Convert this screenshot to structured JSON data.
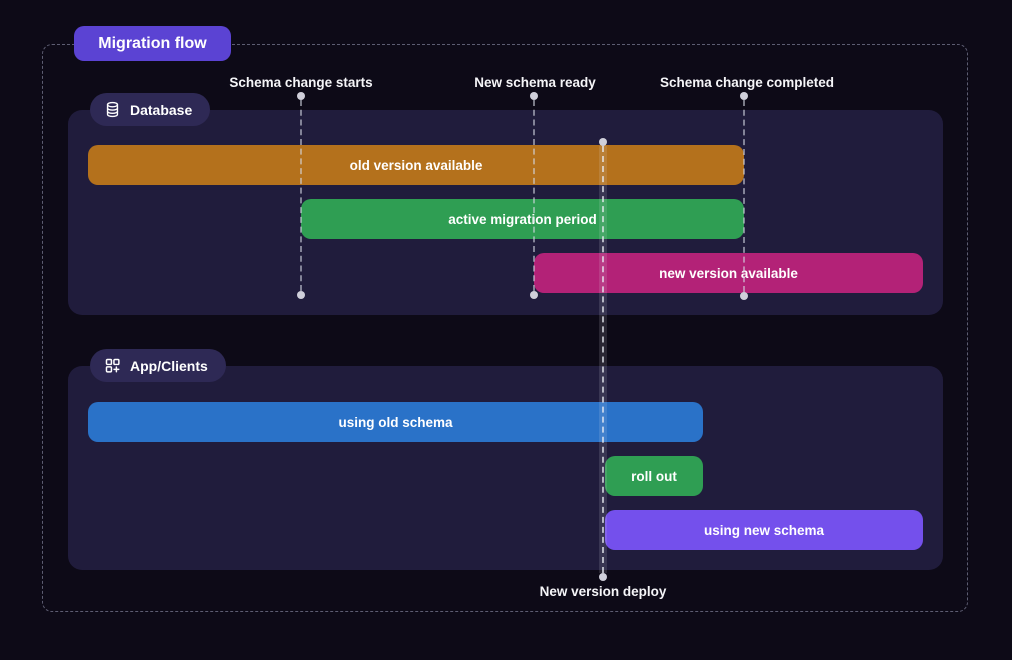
{
  "title": "Migration flow",
  "colors": {
    "background": "#0d0a17",
    "panel": "#201c3c",
    "lane_badge": "#2e2955",
    "title_badge": "#5b43d3",
    "milestone_line": "#d5d9e4",
    "old_version": "#b4711c",
    "active_migration": "#2f9e53",
    "new_version": "#b32277",
    "using_old_schema": "#2a72c8",
    "roll_out": "#2f9e53",
    "using_new_schema": "#7450ec"
  },
  "milestones": [
    {
      "label": "Schema change starts",
      "position": "top"
    },
    {
      "label": "New schema ready",
      "position": "top"
    },
    {
      "label": "Schema change completed",
      "position": "top"
    },
    {
      "label": "New version deploy",
      "position": "bottom"
    }
  ],
  "lanes": [
    {
      "label": "Database",
      "icon": "database-icon",
      "bars": [
        {
          "label": "old version available",
          "color": "#b4711c"
        },
        {
          "label": "active migration period",
          "color": "#2f9e53"
        },
        {
          "label": "new version available",
          "color": "#b32277"
        }
      ]
    },
    {
      "label": "App/Clients",
      "icon": "apps-plus-icon",
      "bars": [
        {
          "label": "using old schema",
          "color": "#2a72c8"
        },
        {
          "label": "roll out",
          "color": "#2f9e53"
        },
        {
          "label": "using new schema",
          "color": "#7450ec"
        }
      ]
    }
  ]
}
